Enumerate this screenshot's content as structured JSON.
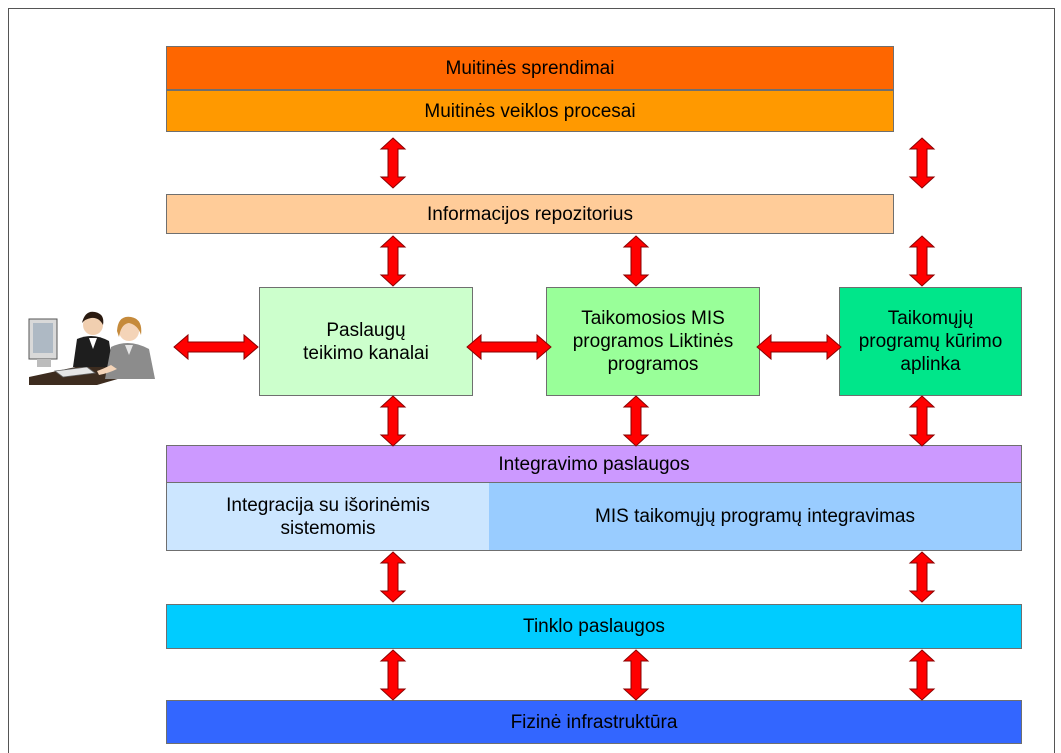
{
  "layers": {
    "customs_decisions": "Muitinės sprendimai",
    "customs_processes": "Muitinės veiklos procesai",
    "information_repository": "Informacijos repozitorius",
    "service_channels": "Paslaugų teikimo kanalai",
    "mis_applications": "Taikomosios MIS programos Liktinės programos",
    "app_dev_environment": "Taikomųjų programų kūrimo aplinka",
    "integration_services": "Integravimo paslaugos",
    "external_integration": "Integracija su išorinėmis sistemomis",
    "mis_integration": "MIS taikomųjų programų integravimas",
    "network_services": "Tinklo paslaugos",
    "physical_infrastructure": "Fizinė infrastruktūra"
  },
  "colors": {
    "decisions": "#fe6600",
    "processes": "#ff9900",
    "repository": "#ffcc99",
    "channels": "#ccffcc",
    "mis": "#99ff99",
    "devenv": "#00e68a",
    "integration": "#cc99ff",
    "external": "#cce6ff",
    "mis_integration": "#99ccff",
    "network": "#00ccff",
    "infrastructure": "#3366ff",
    "arrow": "#ff0000"
  },
  "icons": {
    "arrow": "double-headed-arrow",
    "user": "office-workers-at-computer-clipart"
  }
}
